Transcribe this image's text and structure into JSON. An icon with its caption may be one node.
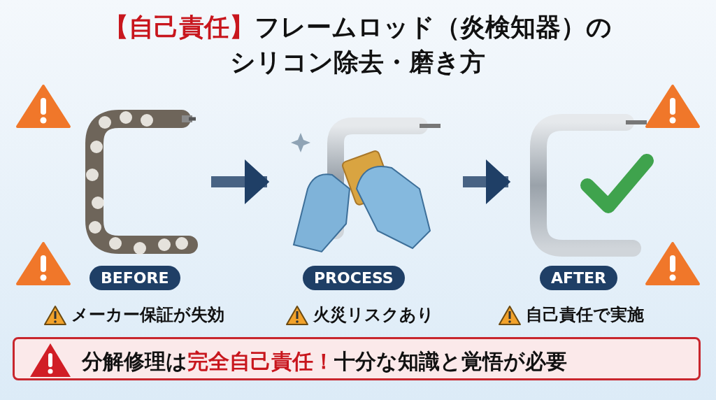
{
  "diagram": {
    "title": "**【自己責任】**フレームロッド（炎検知器）のシリコン除去・磨き方",
    "nodes": [
      {
        "text": [],
        "shape": "picture"
      },
      {
        "text": [],
        "shape": "picture"
      },
      {
        "text": [],
        "shape": "picture"
      },
      {
        "text": [
          "BEFORE"
        ]
      },
      {
        "text": [
          "PROCESS"
        ]
      },
      {
        "text": [
          "AFTER"
        ]
      },
      {
        "text": [
          "分解修理は**完全自己責任！**十分な知識と覚悟が必要"
        ]
      }
    ],
    "edges": [
      {
        "from": 0,
        "to": 1,
        "arrow": "to"
      },
      {
        "from": 1,
        "to": 2,
        "arrow": "to"
      }
    ],
    "labels": [
      "メーカー保証が失効",
      "火災リスクあり",
      "自己責任で実施"
    ]
  }
}
